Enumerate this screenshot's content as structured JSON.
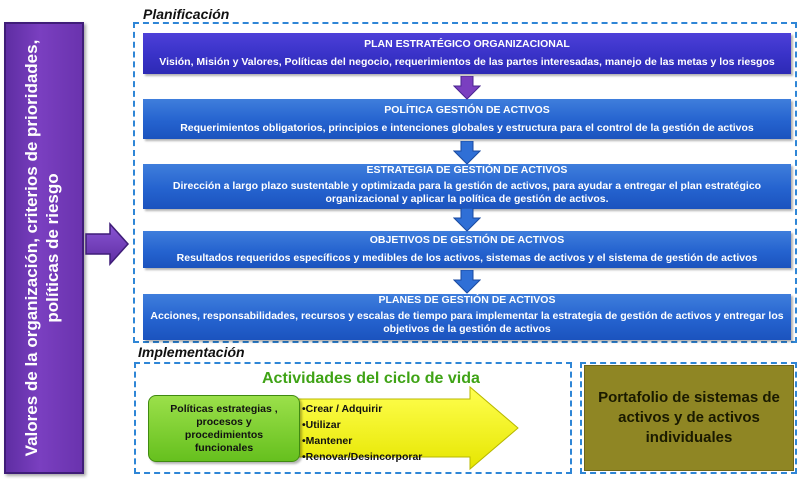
{
  "left_panel": {
    "text": "Valores de la organización, criterios de prioridades, políticas de riesgo"
  },
  "planning": {
    "title": "Planificación",
    "boxes": [
      {
        "title": "PLAN ESTRATÉGICO ORGANIZACIONAL",
        "desc": "Visión, Misión y Valores, Políticas del negocio, requerimientos de las partes interesadas, manejo de las metas y los riesgos"
      },
      {
        "title": "POLÍTICA GESTIÓN DE ACTIVOS",
        "desc": "Requerimientos  obligatorios, principios e intenciones globales y estructura para el control de la gestión de activos"
      },
      {
        "title": "ESTRATEGIA DE GESTIÓN DE ACTIVOS",
        "desc": "Dirección a largo plazo sustentable y optimizada para la gestión de activos, para ayudar a entregar el plan estratégico organizacional y aplicar la política de gestión de activos."
      },
      {
        "title": "OBJETIVOS DE GESTIÓN DE ACTIVOS",
        "desc": "Resultados requeridos específicos y medibles de los activos, sistemas de activos y el sistema de gestión de activos"
      },
      {
        "title": "PLANES DE GESTIÓN DE ACTIVOS",
        "desc": "Acciones, responsabilidades, recursos y escalas de tiempo para implementar la estrategia de gestión de activos y entregar los objetivos de la gestión de activos"
      }
    ]
  },
  "implementation": {
    "title": "Implementación",
    "lifecycle_title": "Actividades del ciclo de vida",
    "policies_box": "Políticas estrategias , procesos y procedimientos funcionales",
    "stages": [
      "•Crear / Adquirir",
      "•Utilizar",
      "•Mantener",
      "•Renovar/Desincorporar"
    ],
    "portfolio": "Portafolio de sistemas de activos y de activos individuales"
  },
  "colors": {
    "panel_purple": "#6a33ae",
    "box_blue": "#2563cf",
    "frame_blue": "#2f86d6",
    "lifecycle_green": "#3fa316",
    "arrow_yellow": "#f2f200",
    "portfolio_olive": "#8f8624"
  }
}
